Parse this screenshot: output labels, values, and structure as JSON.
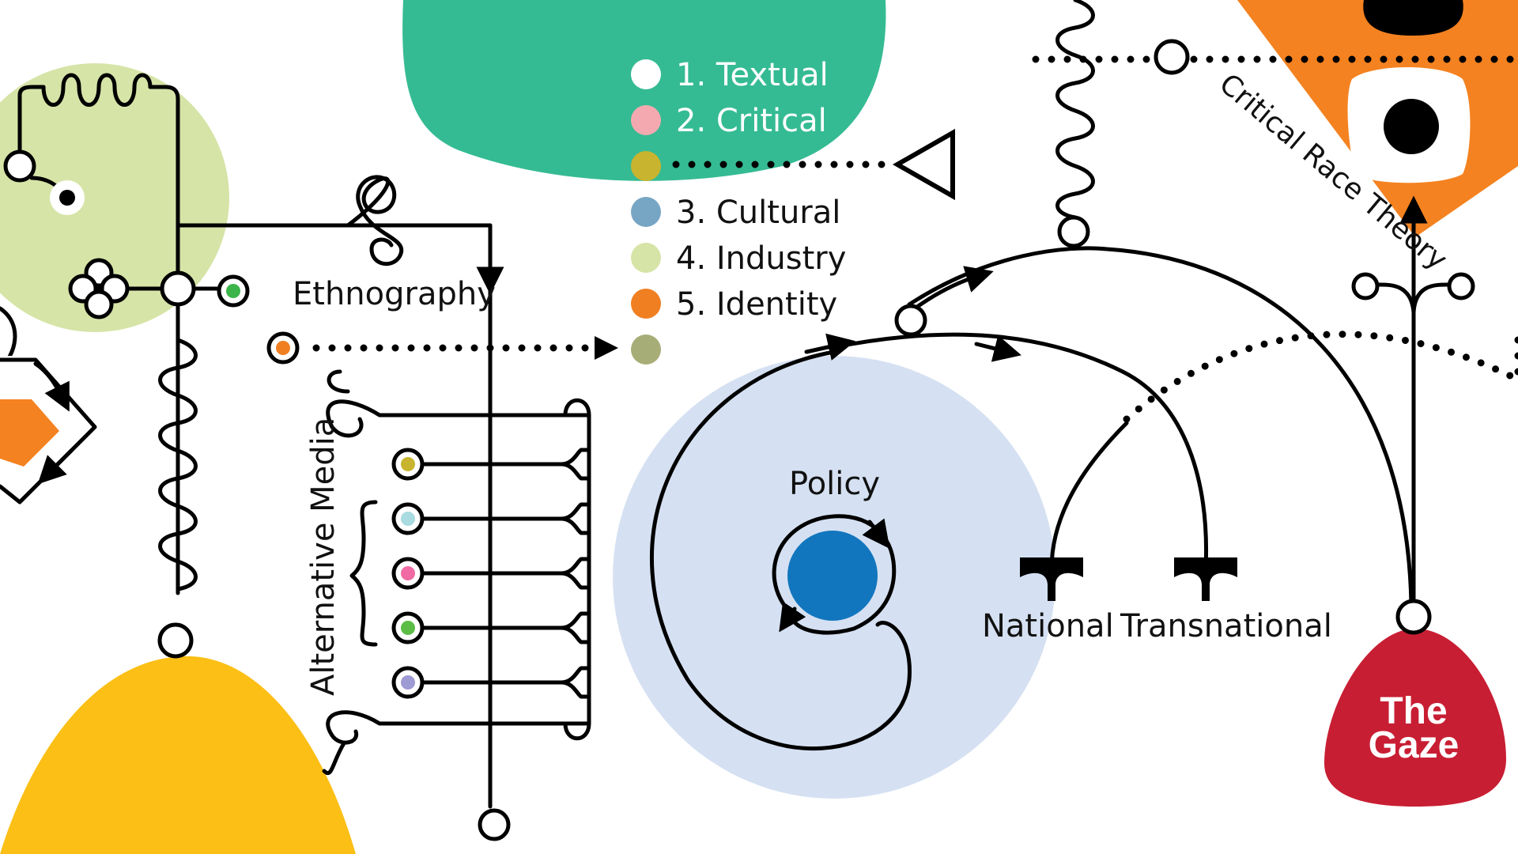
{
  "legend": {
    "items": [
      {
        "label": "1. Textual",
        "color": "#ffffff"
      },
      {
        "label": "2. Critical",
        "color": "#f4a9b0"
      },
      {
        "label": "",
        "color": "#c9b42f"
      },
      {
        "label": "3. Cultural",
        "color": "#77a6c4"
      },
      {
        "label": "4. Industry",
        "color": "#d6e4a7"
      },
      {
        "label": "5. Identity",
        "color": "#f07f22"
      },
      {
        "label": "",
        "color": "#a7ad76"
      }
    ]
  },
  "labels": {
    "ethnography": "Ethnography",
    "alternative_media": "Alternative Media",
    "policy": "Policy",
    "national": "National",
    "transnational": "Transnational",
    "critical_race_theory": "Critical Race Theory",
    "the_gaze_line1": "The",
    "the_gaze_line2": "Gaze"
  },
  "media_dots": [
    "#c9b42f",
    "#a9dbe1",
    "#f06aa3",
    "#5bbd45",
    "#9e9ad3"
  ],
  "colors": {
    "green_blob": "#35bb93",
    "light_green_blob": "#d6e4a7",
    "yellow_blob": "#fbbf15",
    "blue_circle": "#d5e1f2",
    "policy_core": "#1276be",
    "orange_diamond": "#f48220",
    "red_blob": "#c81e33",
    "accent_green": "#3bb54a",
    "accent_orange": "#f07f22"
  },
  "icons": [
    "triangle-arrow-icon",
    "eye-icon",
    "anchor-icon",
    "spiral-icon",
    "flower-icon",
    "coil-icon"
  ]
}
